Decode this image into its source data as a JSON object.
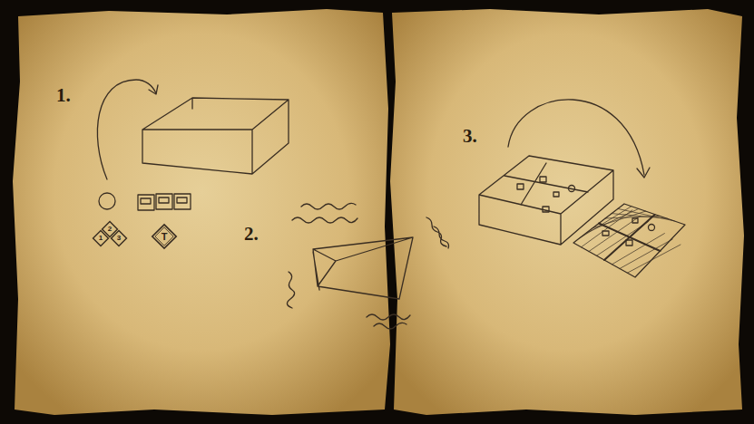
{
  "diagram": {
    "nodes": [
      {
        "text": [
          "1"
        ]
      },
      {
        "text": [
          "2"
        ]
      },
      {
        "text": [
          "3"
        ]
      },
      {
        "text": [
          "T"
        ]
      }
    ],
    "labels": [
      "1.",
      "2.",
      "3."
    ]
  }
}
